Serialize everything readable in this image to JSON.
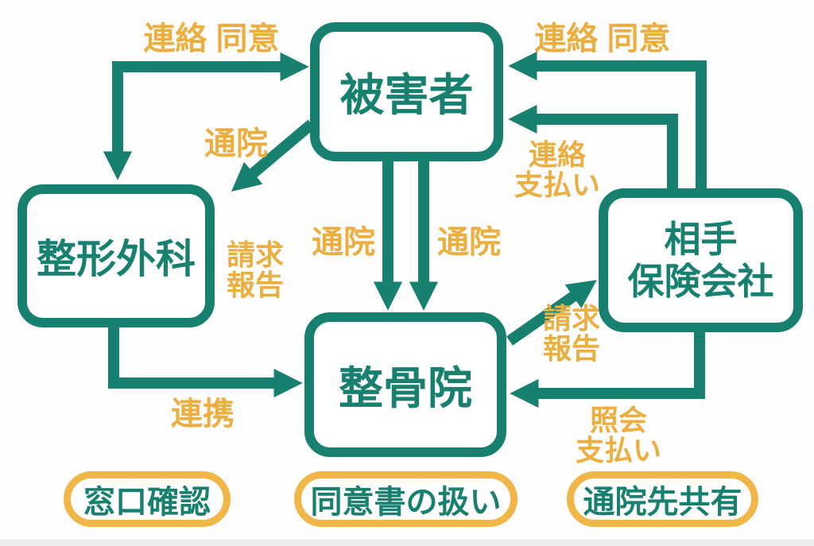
{
  "palette": {
    "teal": "#17806F",
    "label_yellow": "#ECAE3E",
    "pill_border_yellow": "#F0B648",
    "background": "#FFFFFF"
  },
  "nodes": {
    "victim": {
      "label": "被害者"
    },
    "orthopedic": {
      "label": "整形外科"
    },
    "insurer": {
      "line1": "相手",
      "line2": "保険会社"
    },
    "osteopath": {
      "label": "整骨院"
    }
  },
  "edges": {
    "contact_consent_left": {
      "label": "連絡 同意"
    },
    "visit_to_orthopedic": {
      "label": "通院"
    },
    "billing_report_orthopedic": {
      "line1": "請求",
      "line2": "報告"
    },
    "visit_center_left": {
      "label": "通院"
    },
    "visit_center_right": {
      "label": "通院"
    },
    "cooperation": {
      "label": "連携"
    },
    "contact_consent_right": {
      "label": "連絡 同意"
    },
    "contact_payment": {
      "line1": "連絡",
      "line2": "支払い"
    },
    "billing_report_insurer": {
      "line1": "請求",
      "line2": "報告"
    },
    "inquiry_payment": {
      "line1": "照会",
      "line2": "支払い"
    }
  },
  "pills": [
    {
      "label": "窓口確認"
    },
    {
      "label": "同意書の扱い"
    },
    {
      "label": "通院先共有"
    }
  ]
}
